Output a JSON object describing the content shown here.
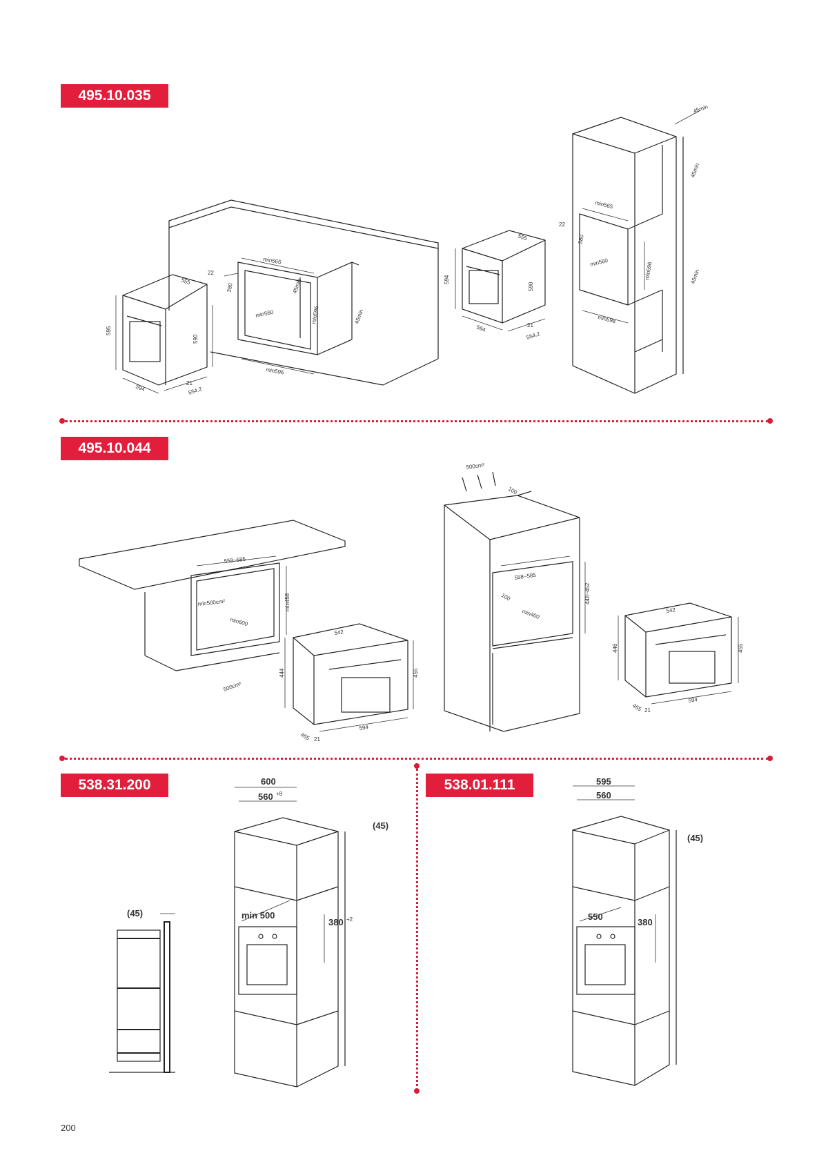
{
  "sections": [
    {
      "code": "495.10.035"
    },
    {
      "code": "495.10.044"
    },
    {
      "code": "538.31.200"
    },
    {
      "code": "538.01.111"
    }
  ],
  "dims": {
    "s1": {
      "oven_h": "595",
      "oven_d": "555",
      "oven_w": "594",
      "oven_t": "21",
      "oven_d2": "554.2",
      "oven_h2": "590",
      "cab_min565": "min565",
      "cab_22": "22",
      "cab_380": "380",
      "cab_min560": "min560",
      "cab_45": "45min",
      "cab_min596": "min596",
      "cab_min596b": "min596",
      "cab_45b": "45min"
    },
    "s1b": {
      "oven_h": "594",
      "oven_d": "555",
      "oven_w": "594",
      "oven_t": "21",
      "oven_d2": "554.2",
      "oven_h2": "590",
      "tall_45top": "45min",
      "tall_45a": "45min",
      "tall_min565": "min565",
      "tall_22": "22",
      "tall_380": "380",
      "tall_min560": "min560",
      "tall_min596": "min596",
      "tall_min598": "min598",
      "tall_45b": "45min"
    },
    "s2": {
      "w1": "558~585",
      "vent1": "min500cm²",
      "d1": "min600",
      "h1": "min458",
      "vent2": "500cm²",
      "o_w": "542",
      "o_h": "444",
      "o_h2": "455",
      "o_d": "465",
      "o_t": "21",
      "o_w2": "594"
    },
    "s2b": {
      "vent": "500cm²",
      "top": "100",
      "w": "558~585",
      "d100": "100",
      "dmin": "min400",
      "h": "448~452",
      "o_w": "542",
      "o_h": "446",
      "o_h2": "455",
      "o_d": "465",
      "o_t": "21",
      "o_w2": "594"
    },
    "s3": {
      "w600": "600",
      "w560": "560",
      "w560_sup": "+8",
      "gap45": "(45)",
      "side45": "(45)",
      "min500": "min 500",
      "h380": "380",
      "h380_sup": "+2"
    },
    "s4": {
      "w595": "595",
      "w560": "560",
      "gap45": "(45)",
      "d550": "550",
      "h380": "380"
    }
  },
  "page_number": "200"
}
